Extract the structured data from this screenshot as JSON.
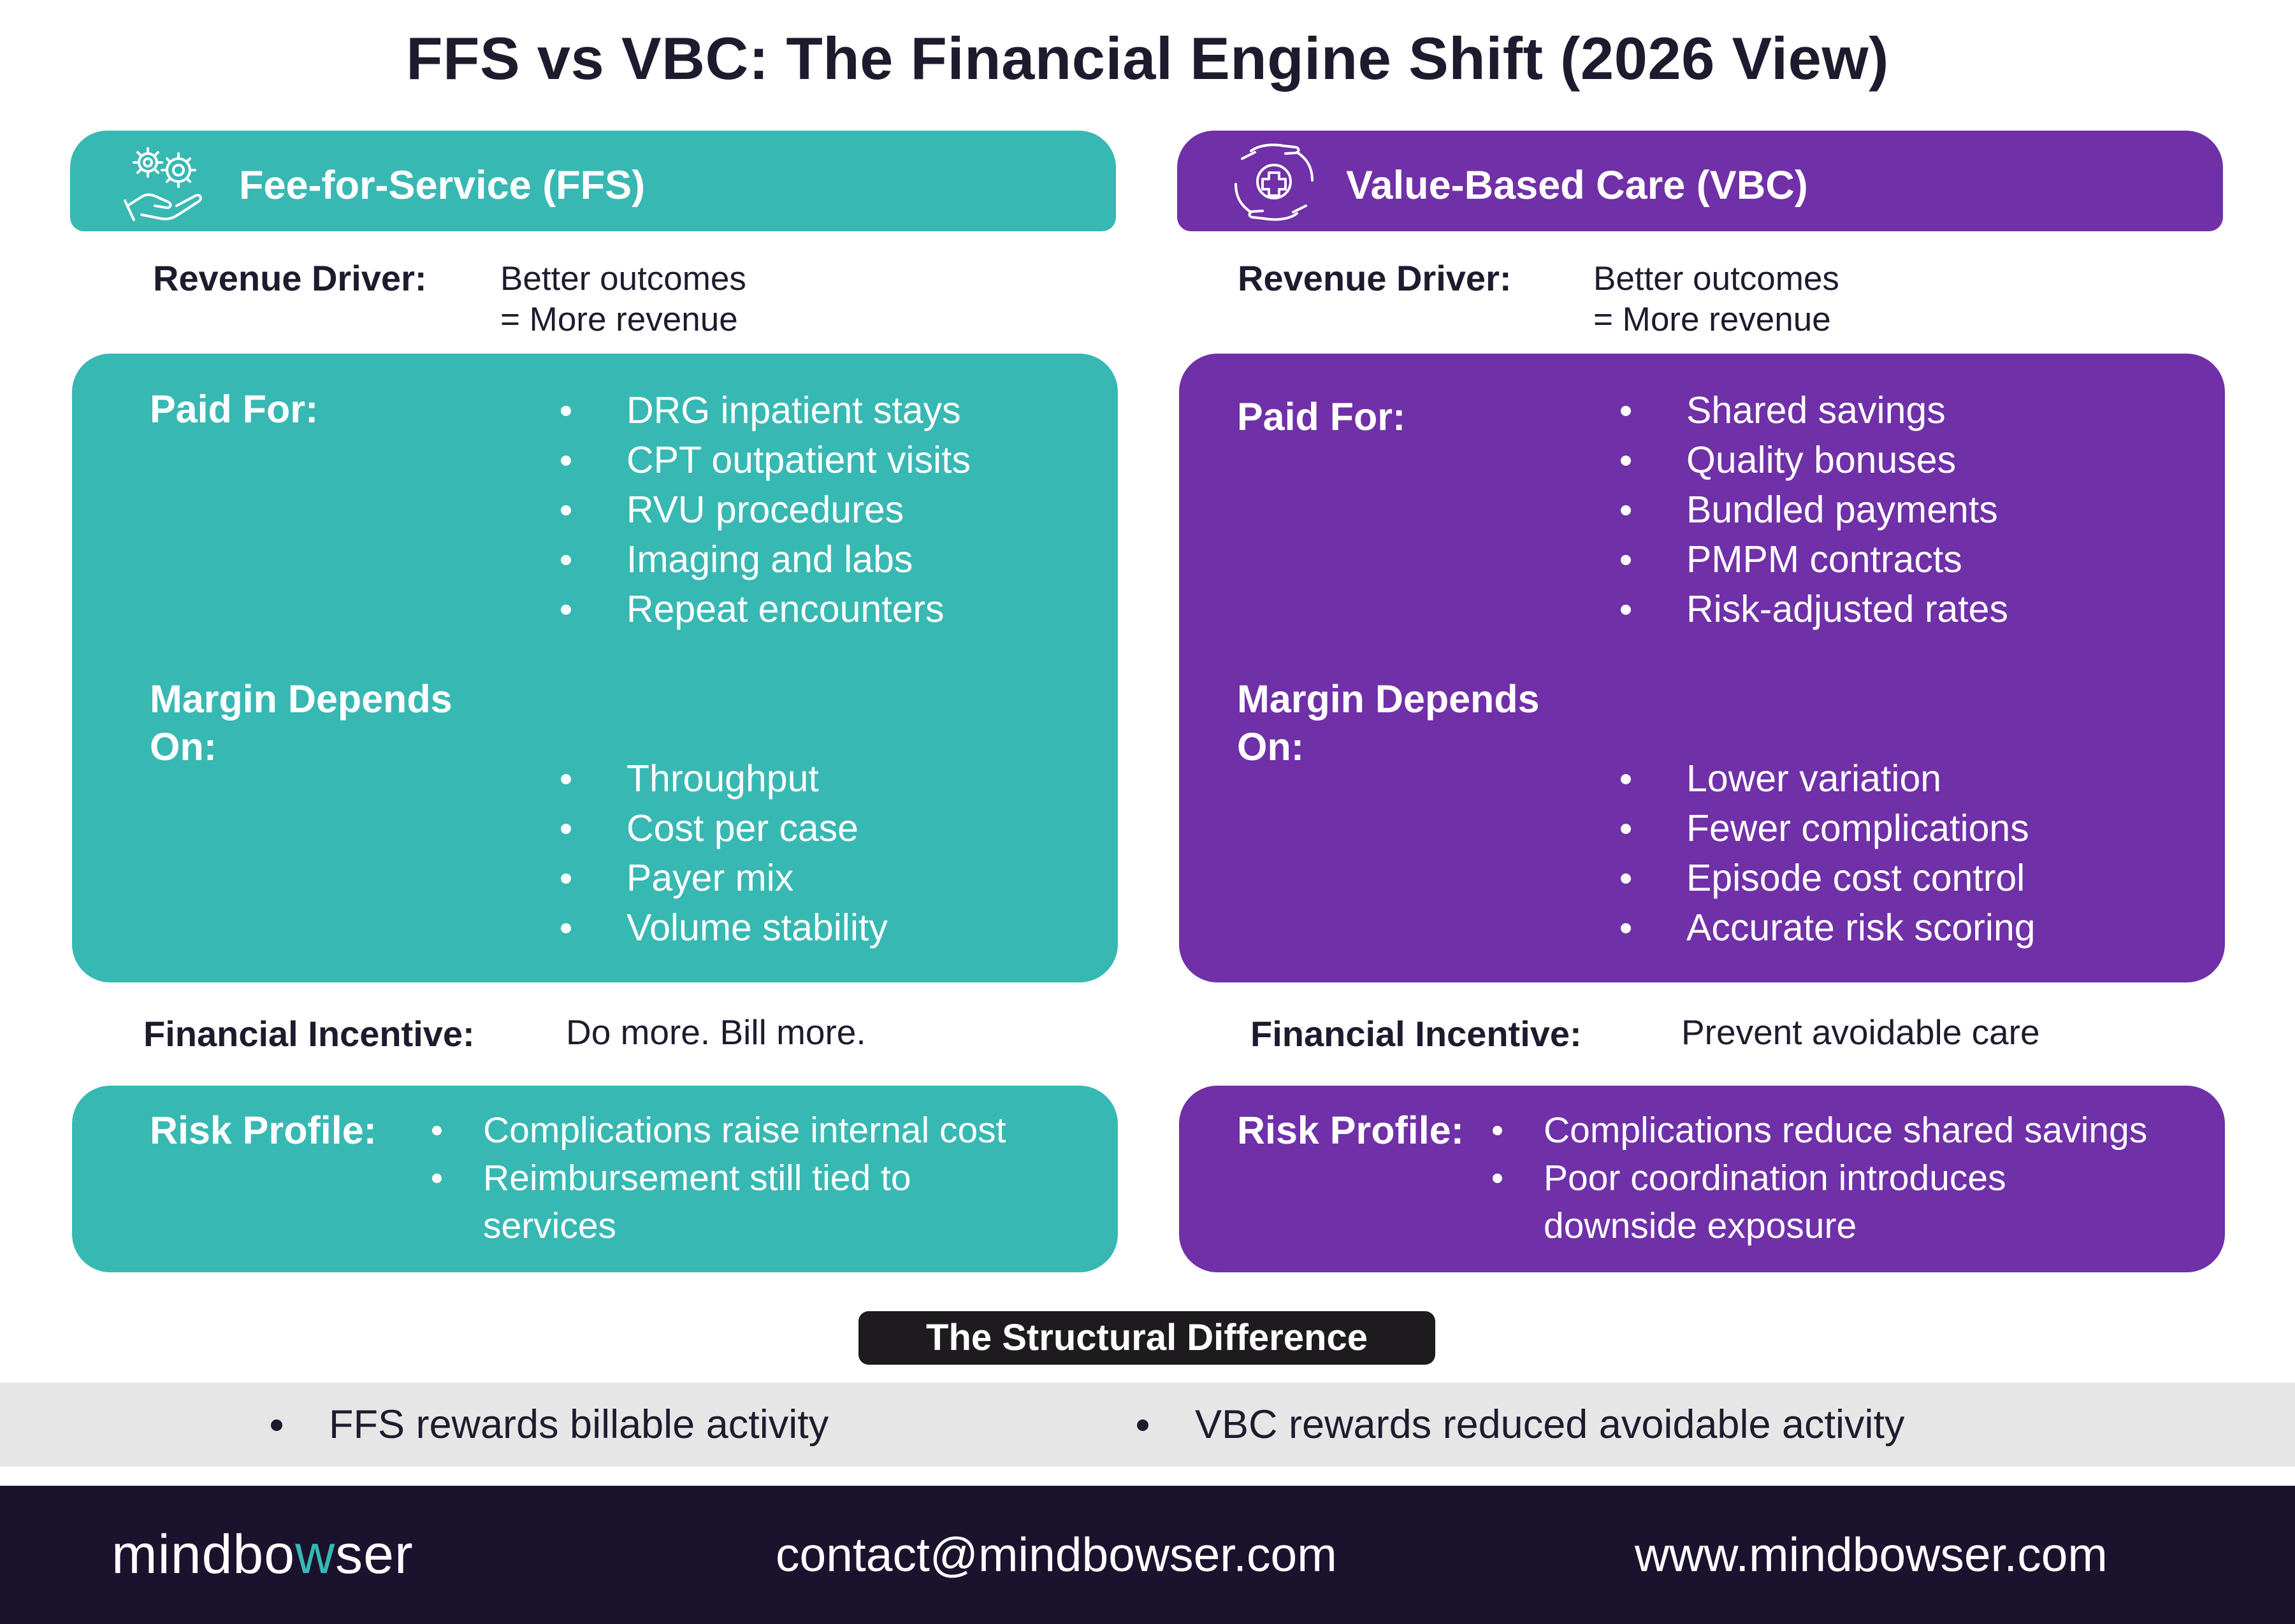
{
  "title": "FFS vs VBC: The Financial Engine Shift (2026 View)",
  "colors": {
    "ffs": "#38b8b3",
    "vbc": "#7030a8",
    "footer": "#1b122e",
    "band": "#e6e6e6",
    "dark": "#1e1b2e"
  },
  "ffs": {
    "header": "Fee-for-Service (FFS)",
    "header_icon": "gears-hand-icon",
    "revenue_driver_label": "Revenue Driver:",
    "revenue_driver_line1": "Better outcomes",
    "revenue_driver_line2": "= More revenue",
    "paid_for_label": "Paid For:",
    "paid_for": [
      "DRG inpatient stays",
      "CPT outpatient visits",
      "RVU procedures",
      "Imaging and labs",
      "Repeat encounters"
    ],
    "margin_label_line1": "Margin Depends",
    "margin_label_line2": "On:",
    "margin": [
      "Throughput",
      "Cost per case",
      "Payer mix",
      "Volume stability"
    ],
    "incentive_label": "Financial Incentive:",
    "incentive_value": "Do more. Bill more.",
    "risk_label": "Risk Profile:",
    "risk": [
      "Complications raise internal cost",
      "Reimbursement still tied to services"
    ]
  },
  "vbc": {
    "header": "Value-Based Care (VBC)",
    "header_icon": "hands-medical-cross-icon",
    "revenue_driver_label": "Revenue Driver:",
    "revenue_driver_line1": "Better outcomes",
    "revenue_driver_line2": "= More revenue",
    "paid_for_label": "Paid For:",
    "paid_for": [
      "Shared savings",
      "Quality bonuses",
      "Bundled payments",
      "PMPM contracts",
      "Risk-adjusted rates"
    ],
    "margin_label_line1": "Margin Depends",
    "margin_label_line2": "On:",
    "margin": [
      "Lower variation",
      "Fewer complications",
      "Episode cost control",
      "Accurate risk scoring"
    ],
    "incentive_label": "Financial Incentive:",
    "incentive_value": "Prevent avoidable care",
    "risk_label": "Risk Profile:",
    "risk": [
      "Complications reduce shared savings",
      "Poor coordination introduces downside exposure"
    ]
  },
  "structural": {
    "heading": "The Structural Difference",
    "items": [
      "FFS rewards billable activity",
      "VBC rewards reduced avoidable activity"
    ]
  },
  "footer": {
    "logo_pre": "mindbo",
    "logo_w": "w",
    "logo_post": "ser",
    "email": "contact@mindbowser.com",
    "website": "www.mindbowser.com"
  }
}
